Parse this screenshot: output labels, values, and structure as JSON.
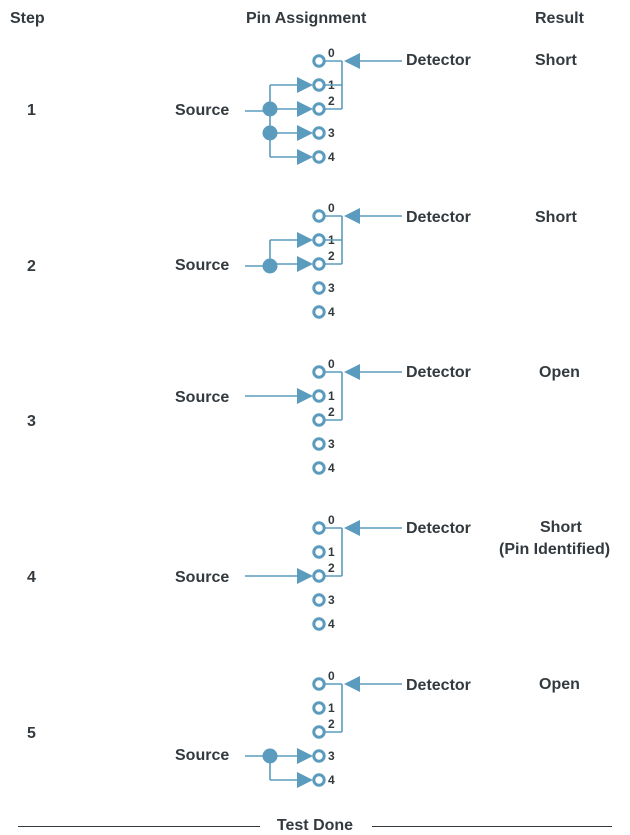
{
  "headers": {
    "step": "Step",
    "pin_assignment": "Pin Assignment",
    "result": "Result"
  },
  "labels": {
    "source": "Source",
    "detector": "Detector"
  },
  "pin_numbers": [
    "0",
    "1",
    "2",
    "3",
    "4"
  ],
  "steps": [
    {
      "number": "1",
      "result": "Short",
      "result_detail": "",
      "source_pins": [
        1,
        2,
        3,
        4
      ],
      "shorted_pins": [
        0,
        1,
        2
      ]
    },
    {
      "number": "2",
      "result": "Short",
      "result_detail": "",
      "source_pins": [
        1,
        2
      ],
      "shorted_pins": [
        0,
        1,
        2
      ]
    },
    {
      "number": "3",
      "result": "Open",
      "result_detail": "",
      "source_pins": [
        1
      ],
      "shorted_pins": [
        0,
        2
      ]
    },
    {
      "number": "4",
      "result": "Short",
      "result_detail": "(Pin Identified)",
      "source_pins": [
        2
      ],
      "shorted_pins": [
        0,
        2
      ]
    },
    {
      "number": "5",
      "result": "Open",
      "result_detail": "",
      "source_pins": [
        3,
        4
      ],
      "shorted_pins": [
        0,
        2
      ]
    }
  ],
  "footer": "Test Done",
  "colors": {
    "diagram": "#5b9bbd",
    "text": "#333a3f"
  }
}
